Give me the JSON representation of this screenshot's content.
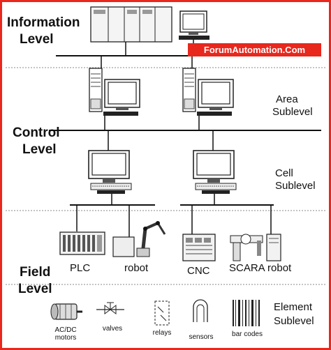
{
  "brand": {
    "watermark": "ForumAutomation.Com",
    "border_color": "#e8271d"
  },
  "levels": {
    "information": {
      "line1": "Information",
      "line2": "Level"
    },
    "control": {
      "line1": "Control",
      "line2": "Level"
    },
    "field": {
      "line1": "Field",
      "line2": "Level"
    }
  },
  "sublevels": {
    "area": {
      "line1": "Area",
      "line2": "Sublevel"
    },
    "cell": {
      "line1": "Cell",
      "line2": "Sublevel"
    },
    "element": {
      "line1": "Element",
      "line2": "Sublevel"
    }
  },
  "devices": {
    "plc": "PLC",
    "robot": "robot",
    "cnc": "CNC",
    "scara": "SCARA robot"
  },
  "elements": {
    "motors_line1": "AC/DC",
    "motors_line2": "motors",
    "valves": "valves",
    "relays": "relays",
    "sensors": "sensors",
    "barcodes": "bar codes"
  }
}
